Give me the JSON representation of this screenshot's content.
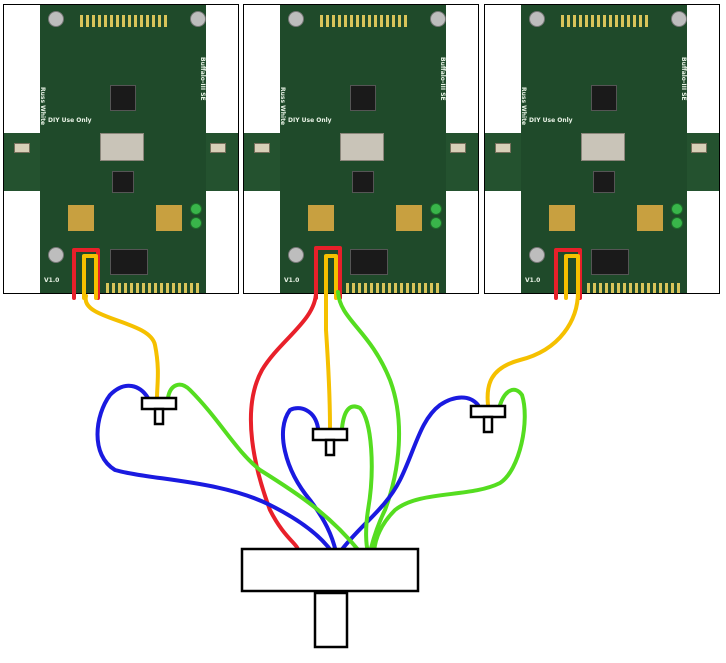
{
  "boards": [
    {
      "side_label": "Russ White",
      "diy_label": "DIY Use Only",
      "product_label": "Buffalo-III SE",
      "version_label": "V1.0"
    },
    {
      "side_label": "Russ White",
      "diy_label": "DIY Use Only",
      "product_label": "Buffalo-III SE",
      "version_label": "V1.0"
    },
    {
      "side_label": "Russ White",
      "diy_label": "DIY Use Only",
      "product_label": "Buffalo-III SE",
      "version_label": "V1.0"
    }
  ],
  "wire_colors": {
    "red": "#e8202a",
    "yellow": "#f5c000",
    "blue": "#1a1ae0",
    "green": "#55dd20"
  }
}
